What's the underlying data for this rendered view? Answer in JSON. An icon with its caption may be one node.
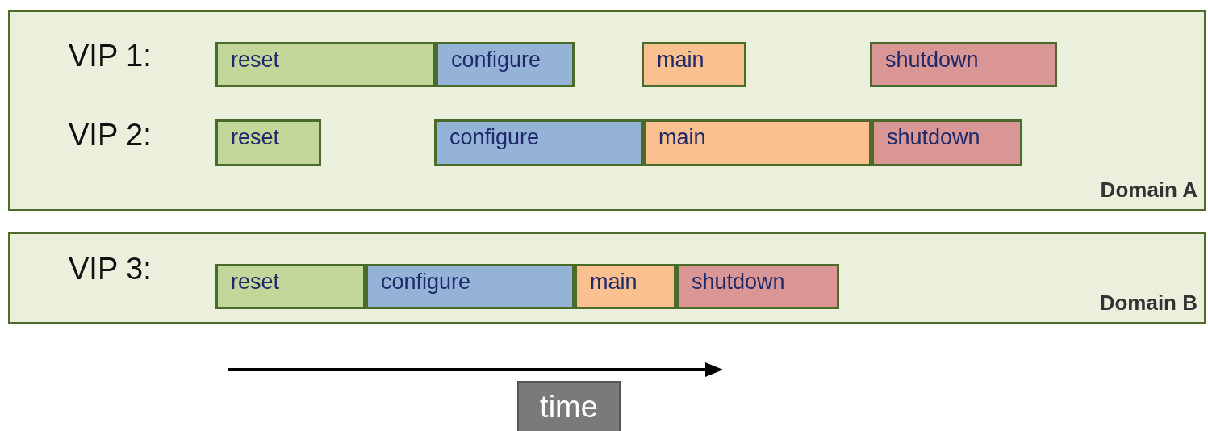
{
  "diagram": {
    "nodes": [
      {
        "text": [
          "Domain A"
        ]
      },
      {
        "text": [
          "reset"
        ],
        "in": 0
      },
      {
        "text": [
          "configure"
        ],
        "in": 0
      },
      {
        "text": [
          "main"
        ],
        "in": 0
      },
      {
        "text": [
          "shutdown"
        ],
        "in": 0
      },
      {
        "text": [
          "reset"
        ],
        "in": 0
      },
      {
        "text": [
          "configure"
        ],
        "in": 0
      },
      {
        "text": [
          "main"
        ],
        "in": 0
      },
      {
        "text": [
          "shutdown"
        ],
        "in": 0
      },
      {
        "text": [
          "Domain B"
        ]
      },
      {
        "text": [
          "reset"
        ],
        "in": 9
      },
      {
        "text": [
          "configure"
        ],
        "in": 9
      },
      {
        "text": [
          "main"
        ],
        "in": 9
      },
      {
        "text": [
          "shutdown"
        ],
        "in": 9
      },
      {
        "text": [
          "time"
        ]
      }
    ],
    "edges": [],
    "labels": [
      "VIP 1:",
      "VIP 2:",
      "VIP 3:"
    ]
  }
}
